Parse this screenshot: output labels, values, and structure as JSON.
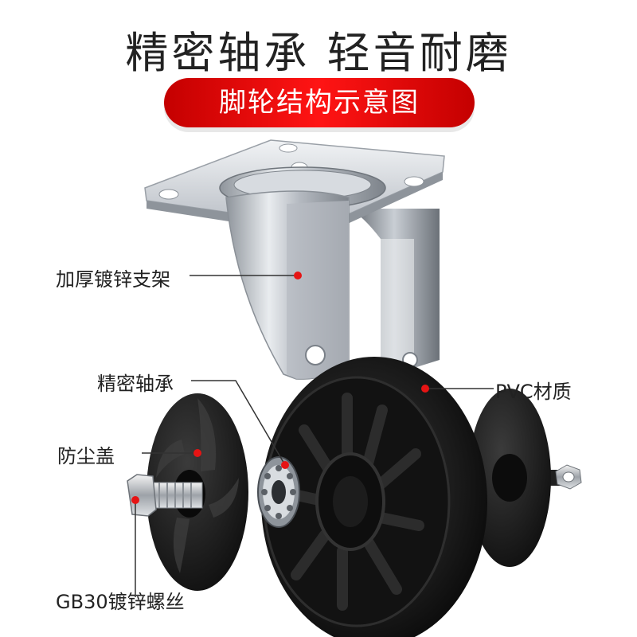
{
  "headline": "精密轴承  轻音耐磨",
  "subtitle_pill": "脚轮结构示意图",
  "callouts": {
    "bracket": "加厚镀锌支架",
    "bearing": "精密轴承",
    "dust_cover": "防尘盖",
    "wheel_material": "PVC材质",
    "bolt": "GB30镀锌螺丝"
  },
  "colors": {
    "accent_red": "#e61414",
    "wheel_black": "#151515",
    "bracket_steel": "#c8ccd2"
  }
}
